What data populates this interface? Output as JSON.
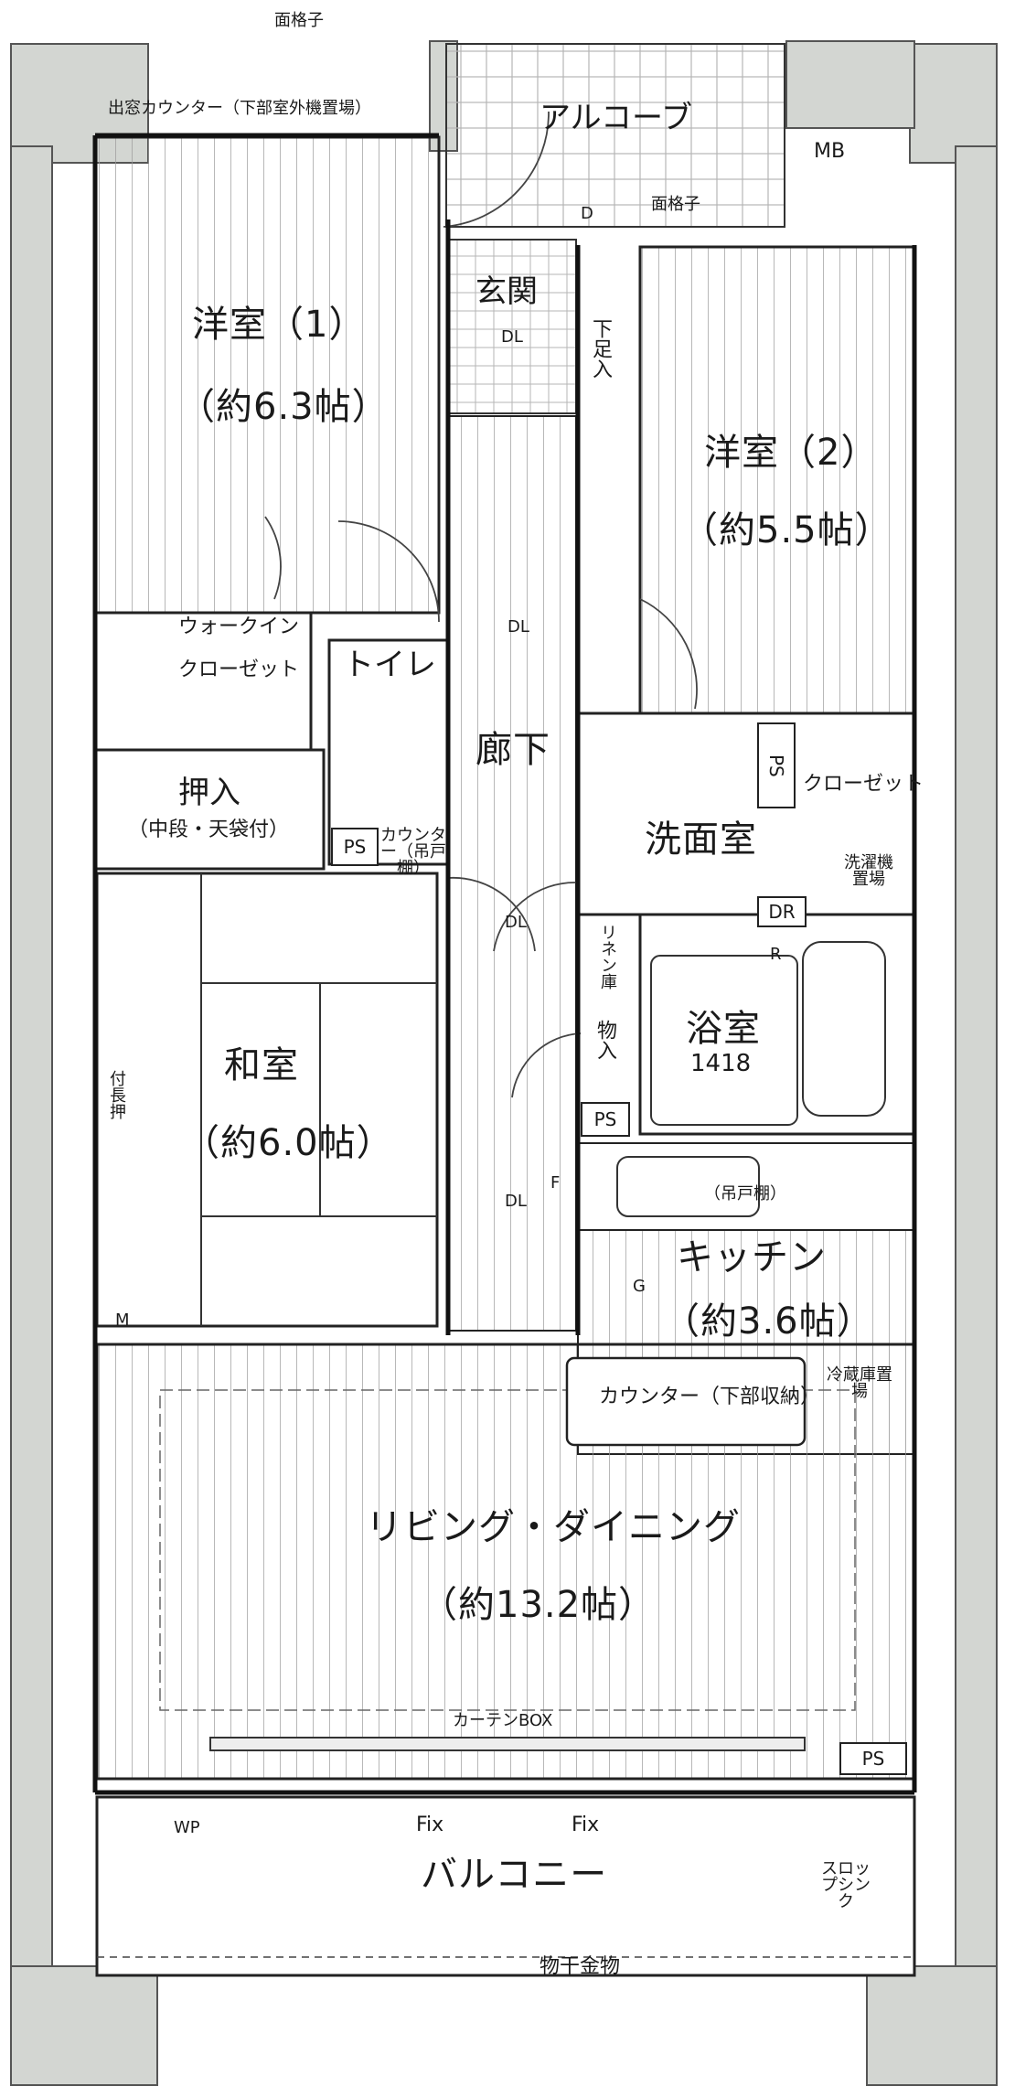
{
  "labels": {
    "mengoshi_top": "面格子",
    "demado_counter": "出窓カウンター（下部室外機置場）",
    "alcove": "アルコーブ",
    "mb": "MB",
    "mengoshi_mid": "面格子",
    "genkan": "玄関",
    "youshitsu1": "洋室（1）",
    "youshitsu1_size": "（約6.3帖）",
    "youshitsu2": "洋室（2）",
    "youshitsu2_size": "（約5.5帖）",
    "shita_soku": "下足入",
    "walkin": "ウォークイン",
    "closet_wic": "クローゼット",
    "toilet": "トイレ",
    "rouka": "廊下",
    "oshiire": "押入",
    "oshiire_sub": "（中段・天袋付）",
    "ps1": "PS",
    "counter_toilet": "カウンター（吊戸棚）",
    "ps2": "PS",
    "closet2": "クローゼット",
    "senmenshitsu": "洗面室",
    "sentakuki": "洗濯機置場",
    "dr": "DR",
    "linen": "リネン庫",
    "monoire": "物入",
    "ps3": "PS",
    "yokushitsu": "浴室",
    "yokushitsu_size": "1418",
    "washitsu": "和室",
    "washitsu_size": "（約6.0帖）",
    "tsuke_naga_oshi": "付長押",
    "tsurito": "（吊戸棚）",
    "kitchen": "キッチン",
    "kitchen_size": "（約3.6帖）",
    "counter_kitchen": "カウンター（下部収納）",
    "reizoko": "冷蔵庫置場",
    "living": "リビング・ダイニング",
    "living_size": "（約13.2帖）",
    "curtain_box": "カーテンBOX",
    "ps4": "PS",
    "fix1": "Fix",
    "fix2": "Fix",
    "balcony": "バルコニー",
    "slop_sink": "スロップシンク",
    "monohoshi": "物干金物",
    "dl": "DL",
    "wp": "WP",
    "m": "M",
    "r": "R",
    "f": "F",
    "g": "G",
    "d": "D"
  }
}
